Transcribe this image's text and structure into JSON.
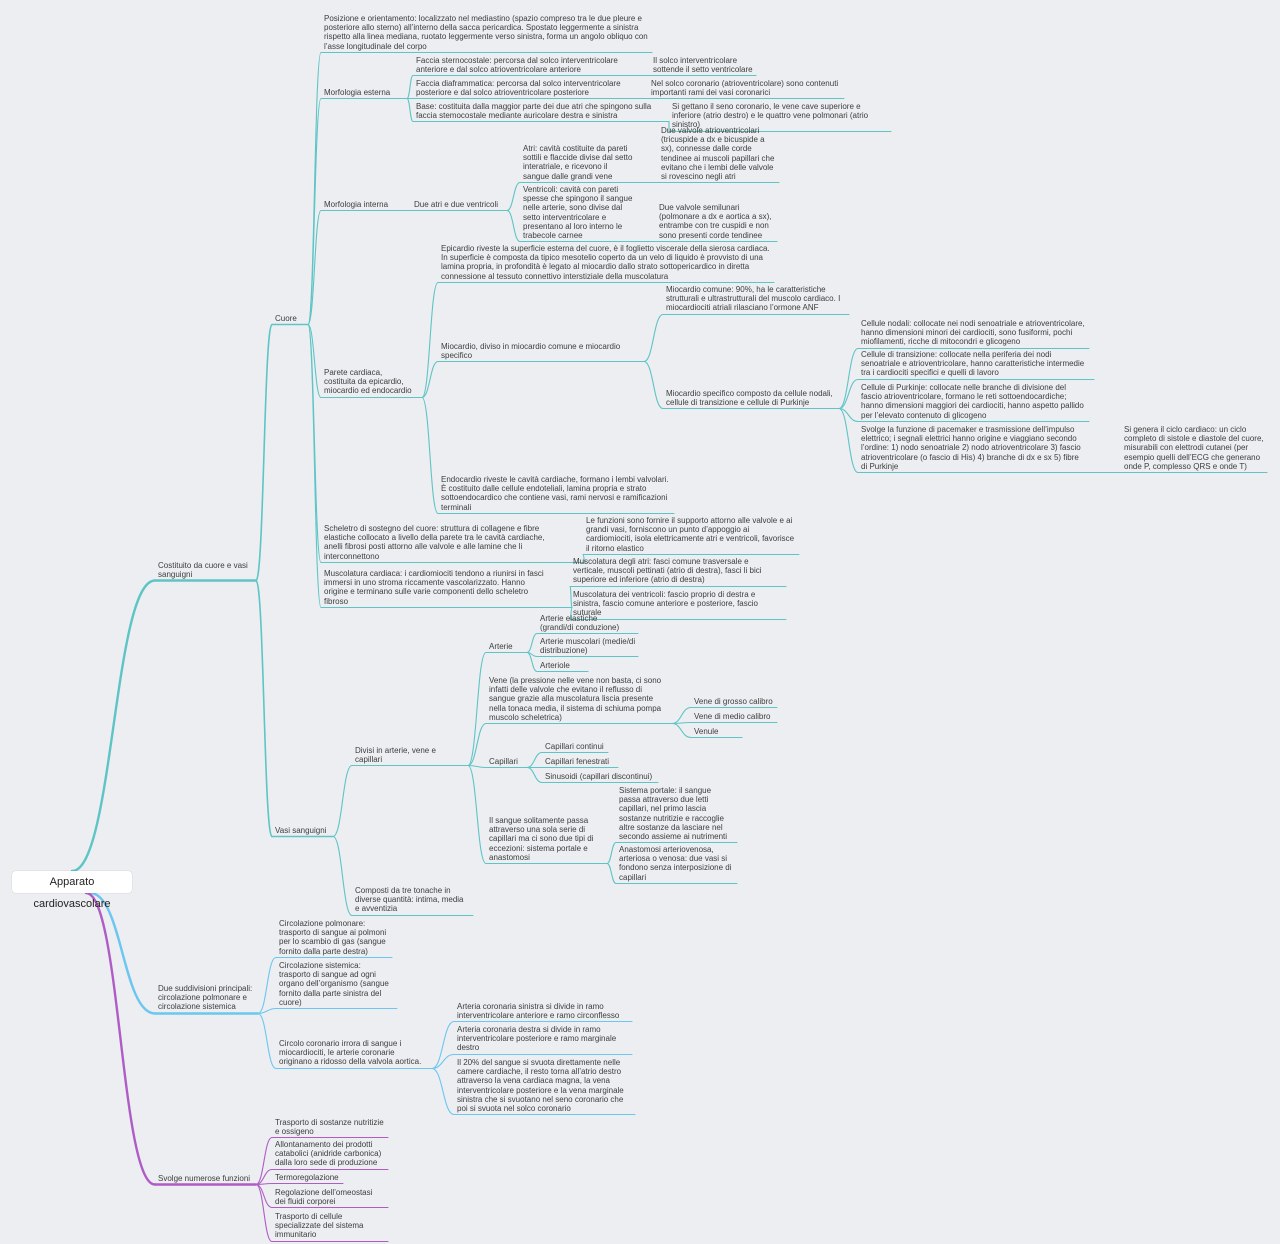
{
  "root": "Apparato cardiovascolare",
  "colors": {
    "teal": "#5ec4c6",
    "blue": "#6cc6f0",
    "purple": "#b05cc6"
  },
  "nodes": {
    "n1": "Costituito da cuore e vasi sanguigni",
    "cuore": "Cuore",
    "posizione": "Posizione e orientamento: localizzato nel mediastino (spazio compreso tra le due pleure e posteriore allo sterno) all’interno della sacca pericardica. Spostato leggermente a sinistra rispetto alla linea mediana, ruotato leggermente verso sinistra, forma un angolo obliquo con l’asse longitudinale del corpo",
    "morf_est": "Morfologia esterna",
    "faccia_sterno": "Faccia sternocostale: percorsa dal solco interventricolare anteriore e dal solco atrioventricolare anteriore",
    "faccia_sterno_n": "Il solco interventricolare sottende il setto ventricolare",
    "faccia_diafr": "Faccia diaframmatica: percorsa dal solco interventricolare posteriore e dal solco atrioventricolare posteriore",
    "faccia_diafr_n": "Nel solco coronario (atrioventricolare) sono contenuti importanti rami dei vasi coronarici",
    "base": "Base: costituita dalla maggior parte dei due atri che spingono sulla faccia stemocostale mediante auricolare destra e sinistra",
    "base_n": "Si gettano il seno coronario, le vene cave superiore e inferiore (atrio destro) e le quattro vene polmonari (atrio sinistro)",
    "morf_int": "Morfologia interna",
    "due_atri": "Due atri e due ventricoli",
    "atri": "Atri: cavità costituite da pareti sottili e flaccide divise dal setto interatriale, e ricevono il sangue dalle grandi vene",
    "atri_n": "Due valvole atrioventricolari (tricuspide a dx e bicuspide a sx), connesse dalle corde tendinee ai muscoli papillari che evitano che i lembi delle valvole si rovescino negli atri",
    "ventricoli": "Ventricoli: cavità con pareti spesse che spingono il sangue nelle arterie, sono divise dal setto interventricolare e presentano al loro interno le trabecole carnee",
    "ventricoli_n": "Due valvole semilunari (polmonare a dx e aortica a sx), entrambe con tre cuspidi e non sono presenti corde tendinee",
    "parete": "Parete cardiaca, costituita da epicardio, miocardio ed endocardio",
    "epicardio": "Epicardio riveste la superficie esterna del cuore, è il foglietto viscerale della sierosa cardiaca. In superficie è composta da tipico mesotelio coperto da un velo di liquido è provvisto di una lamina propria, in profondità è legato al miocardio dallo strato sottopericardico in diretta connessione al tessuto connettivo interstiziale della muscolatura",
    "miocardio": "Miocardio, diviso in miocardio comune e miocardio specifico",
    "mio_comune": "Miocardio comune: 90%, ha le caratteristiche strutturali e ultrastrutturali del muscolo cardiaco. I miocardiociti atriali rilasciano l’ormone ANF",
    "mio_specifico": "Miocardio specifico composto da cellule nodali, cellule di transizione e cellule di Purkinje",
    "nodali": "Cellule nodali: collocate nei nodi senoatriale e atrioventricolare, hanno dimensioni minori dei cardiociti, sono fusiformi, pochi miofilamenti, ricche di mitocondri e glicogeno",
    "transizione": "Cellule di transizione: collocate nella periferia dei nodi senoatriale e atrioventricolare, hanno caratteristiche intermedie tra i cardiociti specifici e quelli di lavoro",
    "purkinje": "Cellule di Purkinje: collocate nelle branche di divisione del fascio atrioventricolare, formano le reti sottoendocardiche; hanno dimensioni maggiori dei cardiociti, hanno aspetto pallido per l’elevato contenuto di glicogeno",
    "pacemaker": "Svolge la funzione di pacemaker e trasmissione dell’impulso elettrico; i segnali elettrici hanno origine e viaggiano secondo l’ordine: 1) nodo senoatriale 2) nodo atrioventricolare 3) fascio atrioventricolare (o fascio di His) 4) branche di dx e sx 5) fibre di Purkinje",
    "ciclo": "Si genera il ciclo cardiaco: un ciclo completo di sistole e diastole del cuore, misurabili con elettrodi cutanei (per esempio quelli dell’ECG che generano onde P, complesso QRS e onde T)",
    "endocardio": "Endocardio riveste le cavità cardiache, formano i lembi valvolari. È costituito dalle cellule endoteliali, lamina propria e strato sottoendocardico che contiene vasi, rami nervosi e ramificazioni terminali",
    "scheletro": "Scheletro di sostegno del cuore: struttura di collagene e fibre elastiche collocato a livello della parete tra le cavità cardiache, anelli fibrosi posti attorno alle valvole e alle lamine che li interconnettono",
    "scheletro_n": "Le funzioni sono fornire il supporto attorno alle valvole e ai grandi vasi, forniscono un punto d’appoggio ai cardiomiociti, isola elettricamente atri e ventricoli, favorisce il ritorno elastico",
    "muscolatura": "Muscolatura cardiaca: i cardiomiociti tendono a riunirsi in fasci immersi in uno stroma riccamente vascolarizzato. Hanno origine e terminano sulle varie componenti dello scheletro fibroso",
    "musc_atri": "Muscolatura degli atri: fasci comune trasversale e verticale, muscoli pettinati (atrio di destra), fasci li bici superiore ed inferiore (atrio di destra)",
    "musc_ventricoli": "Muscolatura dei ventricoli: fascio proprio di destra e sinistra, fascio comune anteriore e posteriore, fascio suturale",
    "vasi": "Vasi sanguigni",
    "divisi": "Divisi in arterie, vene e capillari",
    "arterie": "Arterie",
    "art_elastiche": "Arterie elastiche (grandi/di conduzione)",
    "art_muscolari": "Arterie muscolari (medie/di distribuzione)",
    "arteriole": "Arteriole",
    "vene": "Vene (la pressione nelle vene non basta, ci sono infatti delle valvole che evitano il reflusso di sangue grazie alla muscolatura liscia presente nella tonaca media, il sistema di schiuma pompa muscolo scheletrica)",
    "vene_grosso": "Vene di grosso calibro",
    "vene_medio": "Vene di medio calibro",
    "venule": "Venule",
    "capillari": "Capillari",
    "cap_continui": "Capillari continui",
    "cap_fenestrati": "Capillari fenestrati",
    "sinusoidi": "Sinusoidi (capillari discontinui)",
    "sangue_passa": "Il sangue solitamente passa attraverso una sola serie di capillari ma ci sono due tipi di eccezioni: sistema portale e anastomosi",
    "portale": "Sistema portale: il sangue passa attraverso due letti capillari, nel primo lascia sostanze nutritizie e raccoglie altre sostanze da lasciare nel secondo assieme ai nutrimenti",
    "anastomosi": "Anastomosi arteriovenosa, arteriosa o venosa: due vasi si fondono senza interposizione di capillari",
    "tonache": "Composti da tre tonache in diverse quantità: intima, media e avventizia",
    "n2": "Due suddivisioni principali: circolazione polmonare e circolazione sistemica",
    "polmonare": "Circolazione polmonare: trasporto di sangue ai polmoni per lo scambio di gas (sangue fornito dalla parte destra)",
    "sistemica": "Circolazione sistemica: trasporto di sangue ad ogni organo dell’organismo (sangue fornito dalla parte sinistra del cuore)",
    "coronario": "Circolo coronario irrora di sangue i miocardiociti, le arterie coronarie originano a ridosso della valvola aortica.",
    "cor_sinistra": "Arteria coronaria sinistra si divide in ramo interventricolare anteriore e ramo circonflesso",
    "cor_destra": "Arteria coronaria destra si divide in ramo interventricolare posteriore e ramo marginale destro",
    "cor_svuota": "Il 20% del sangue si svuota direttamente nelle camere cardiache, il resto torna all’atrio destro attraverso la vena cardiaca magna, la vena interventricolare posteriore e la vena marginale sinistra che si svuotano nel seno coronario che poi si svuota nel solco coronario",
    "n3": "Svolge numerose funzioni",
    "f1": "Trasporto di sostanze nutritizie e ossigeno",
    "f2": "Allontanamento dei prodotti catabolici (anidride carbonica) dalla loro sede di produzione",
    "f3": "Termoregolazione",
    "f4": "Regolazione dell’omeostasi dei fluidi corporei",
    "f5": "Trasporto di cellule specializzate del sistema immunitario"
  }
}
